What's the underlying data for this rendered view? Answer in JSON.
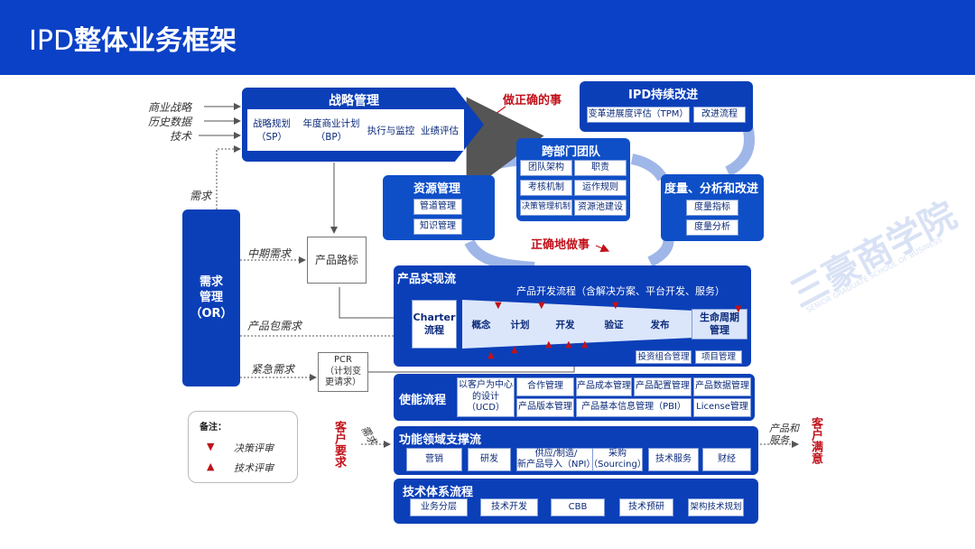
{
  "title_prefix": "IPD",
  "title_main": "整体业务框架",
  "strategy": {
    "title": "战略管理",
    "items": [
      "战略规划\n（SP）",
      "年度商业计划\n（BP）",
      "执行与监控",
      "业绩评估"
    ]
  },
  "inputs": [
    "商业战略",
    "历史数据",
    "技术"
  ],
  "do_right": "做正确的事",
  "do_correct": "正确地做事",
  "ipd_improve": {
    "title": "IPD持续改进",
    "items": [
      "变革进展度评估（TPM）",
      "改进流程"
    ]
  },
  "cross_team": {
    "title": "跨部门团队",
    "items": [
      "团队架构",
      "职责",
      "考核机制",
      "运作规则",
      "决策管理机制",
      "资源池建设"
    ]
  },
  "resource": {
    "title": "资源管理",
    "items": [
      "管道管理",
      "知识管理"
    ]
  },
  "measure": {
    "title": "度量、分析和改进",
    "items": [
      "度量指标",
      "度量分析"
    ]
  },
  "demand_mgmt": {
    "title": "需求\n管理\n（OR）",
    "label_top": "需求"
  },
  "demand_flows": [
    "中期需求",
    "产品包需求",
    "紧急需求"
  ],
  "product_roadmap": "产品路标",
  "pcr": "PCR\n（计划变\n更请求）",
  "realization": {
    "title": "产品实现流",
    "subtitle": "产品开发流程（含解决方案、平台开发、服务）",
    "charter": "Charter\n流程",
    "phases": [
      "概念",
      "计划",
      "开发",
      "验证",
      "发布"
    ],
    "lifecycle": "生命周期\n管理",
    "portfolio": "投资组合管理",
    "project": "项目管理"
  },
  "enable": {
    "title": "使能流程",
    "ucd": "以客户为中心\n的设计（UCD）",
    "row1": [
      "合作管理",
      "产品成本管理",
      "产品配置管理",
      "产品数据管理"
    ],
    "row2": [
      "产品版本管理",
      "产品基本信息管理（PBI）",
      "License管理"
    ]
  },
  "function": {
    "title": "功能领域支撑流",
    "items": [
      "营销",
      "研发",
      "供应/制造/\n新产品导入（NPI）",
      "采购\n（Sourcing）",
      "技术服务",
      "财经"
    ]
  },
  "tech": {
    "title": "技术体系流程",
    "items": [
      "业务分层",
      "技术开发",
      "CBB",
      "技术预研",
      "架构技术规划"
    ]
  },
  "legend": {
    "title": "备注：",
    "decision": "决策评审",
    "technical": "技术评审"
  },
  "customer_demand": "客户要求",
  "demand_small": "需求",
  "customer_satisfaction": "客户满意",
  "product_service": "产品和\n服务",
  "watermark": "三豪商学院",
  "watermark_en": "SENIOR GRADUATE SCHOOL OF BUSINESS",
  "colors": {
    "primary": "#0b3fb8",
    "header": "#0b41c6",
    "red": "#c0121b",
    "arrow": "#9fb6e8"
  }
}
